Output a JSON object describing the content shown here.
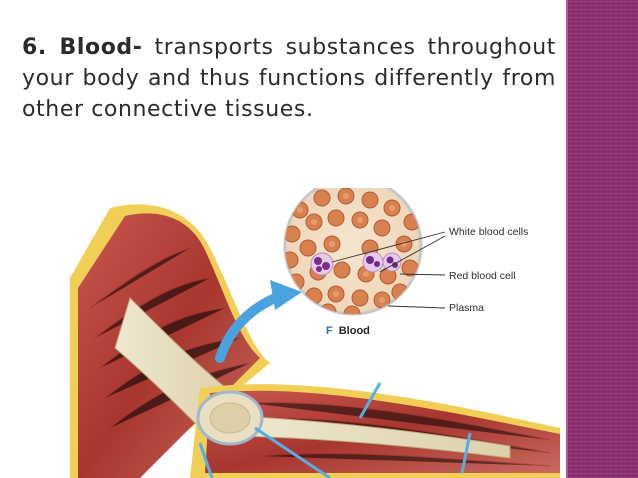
{
  "slide": {
    "heading": "6. Blood-",
    "body": " transports substances throughout your body and thus functions differently from other connective tissues."
  },
  "figure": {
    "panel_letter": "F",
    "panel_title": "Blood",
    "labels": {
      "white_blood_cells": "White blood cells",
      "red_blood_cell": "Red blood cell",
      "plasma": "Plasma"
    }
  },
  "colors": {
    "sidebar": "#8b2d70",
    "arrow": "#4aa3df",
    "muscle": "#b4443e",
    "bone": "#e8dfc4",
    "fat": "#f0cf4a"
  }
}
